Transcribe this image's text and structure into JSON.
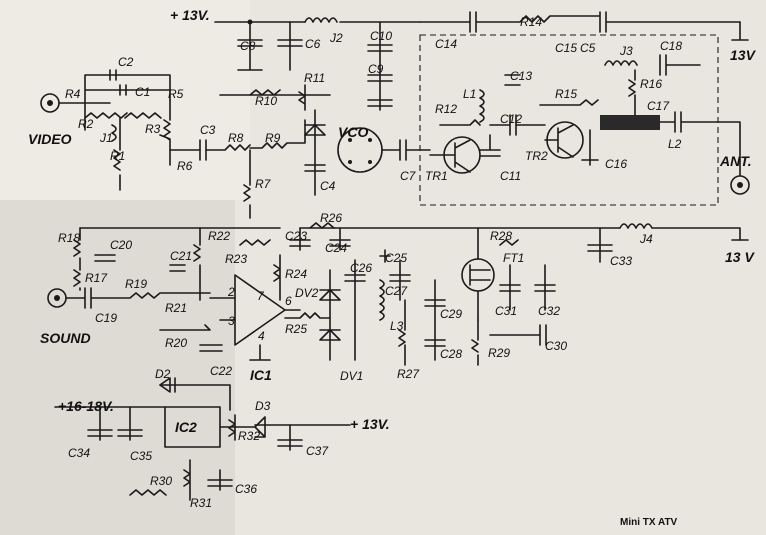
{
  "labels": {
    "supply_top": "+ 13V.",
    "video": "VIDEO",
    "sound": "SOUND",
    "ant": "ANT.",
    "supply_right_top": "13V",
    "supply_right_mid": "13 V",
    "supply_in": "+16-18V.",
    "supply_out": "+ 13V.",
    "vco": "VCO",
    "caption": "Mini TX ATV"
  },
  "components": {
    "R1": "R1",
    "R2": "R2",
    "R3": "R3",
    "R4": "R4",
    "R5": "R5",
    "R6": "R6",
    "R7": "R7",
    "R8": "R8",
    "R9": "R9",
    "R10": "R10",
    "R11": "R11",
    "R12": "R12",
    "R14": "R14",
    "R15": "R15",
    "R16": "R16",
    "R17": "R17",
    "R18": "R18",
    "R19": "R19",
    "R20": "R20",
    "R21": "R21",
    "R22": "R22",
    "R23": "R23",
    "R24": "R24",
    "R25": "R25",
    "R26": "R26",
    "R27": "R27",
    "R28": "R28",
    "R29": "R29",
    "R30": "R30",
    "R31": "R31",
    "R32": "R32",
    "C1": "C1",
    "C2": "C2",
    "C3": "C3",
    "C4": "C4",
    "C5": "C5",
    "C6": "C6",
    "C7": "C7",
    "C8": "C8",
    "C9": "C9",
    "C10": "C10",
    "C11": "C11",
    "C12": "C12",
    "C13": "C13",
    "C14": "C14",
    "C15": "C15",
    "C16": "C16",
    "C17": "C17",
    "C18": "C18",
    "C19": "C19",
    "C20": "C20",
    "C21": "C21",
    "C22": "C22",
    "C23": "C23",
    "C24": "C24",
    "C25": "C25",
    "C26": "C26",
    "C27": "C27",
    "C28": "C28",
    "C29": "C29",
    "C30": "C30",
    "C31": "C31",
    "C32": "C32",
    "C33": "C33",
    "C34": "C34",
    "C35": "C35",
    "C36": "C36",
    "C37": "C37",
    "J1": "J1",
    "J2": "J2",
    "J3": "J3",
    "J4": "J4",
    "L1": "L1",
    "L2": "L2",
    "L3": "L3",
    "TR1": "TR1",
    "TR2": "TR2",
    "FT1": "FT1",
    "IC1": "IC1",
    "IC2": "IC2",
    "DV1": "DV1",
    "DV2": "DV2",
    "D2": "D2",
    "D3": "D3",
    "pin2": "2",
    "pin3": "3",
    "pin4": "4",
    "pin6": "6",
    "pin7": "7"
  },
  "colors": {
    "ink": "#1a1a1a",
    "paper": "#e9e6df",
    "paper_shade": "#d9d5cc"
  }
}
